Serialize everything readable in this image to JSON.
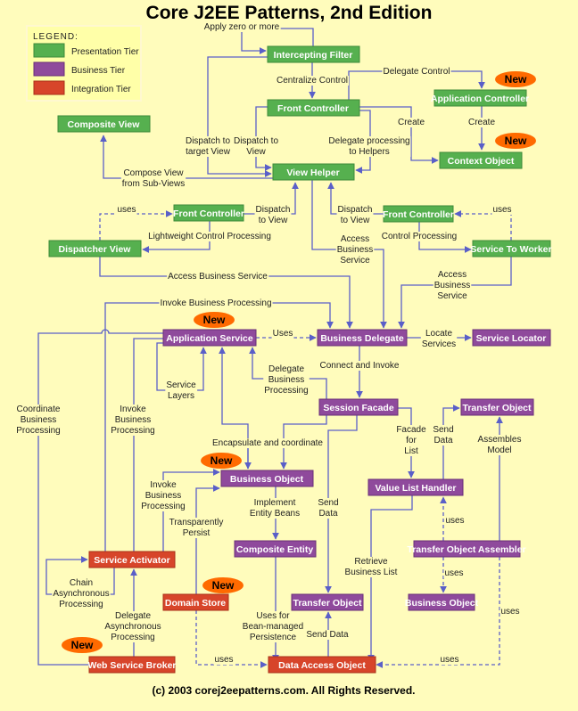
{
  "title": "Core J2EE Patterns, 2nd Edition",
  "copyright": "(c) 2003 corej2eepatterns.com. All Rights Reserved.",
  "legend": {
    "heading": "LEGEND:",
    "items": [
      {
        "label": "Presentation Tier",
        "color": "#56b04f"
      },
      {
        "label": "Business Tier",
        "color": "#8f4a9c"
      },
      {
        "label": "Integration Tier",
        "color": "#d7452a"
      }
    ]
  },
  "badge": "New",
  "nodes": {
    "intercepting_filter": "Intercepting Filter",
    "front_controller": "Front Controller",
    "application_controller": "Application Controller",
    "composite_view": "Composite View",
    "context_object": "Context Object",
    "view_helper": "View Helper",
    "front_controller_left": "Front Controller",
    "front_controller_right": "Front Controller",
    "dispatcher_view": "Dispatcher View",
    "service_to_worker": "Service To Worker",
    "application_service": "Application Service",
    "business_delegate": "Business Delegate",
    "service_locator": "Service Locator",
    "session_facade": "Session Facade",
    "transfer_object_top": "Transfer Object",
    "business_object": "Business Object",
    "value_list_handler": "Value List Handler",
    "composite_entity": "Composite Entity",
    "transfer_object_assembler": "Transfer Object Assembler",
    "service_activator": "Service Activator",
    "domain_store": "Domain Store",
    "transfer_object_mid": "Transfer Object",
    "business_object_right": "Business Object",
    "web_service_broker": "Web Service Broker",
    "data_access_object": "Data Access Object"
  },
  "labels": {
    "apply": "Apply zero or more",
    "centralize": "Centralize Control",
    "delegate_control": "Delegate Control",
    "create1": "Create",
    "create2": "Create",
    "dispatch_target": [
      "Dispatch to",
      "target View"
    ],
    "dispatch_view": [
      "Dispatch to",
      "View"
    ],
    "delegate_helpers": [
      "Delegate processing",
      "to Helpers"
    ],
    "compose": [
      "Compose View",
      "from Sub-Views"
    ],
    "uses_left": "uses",
    "dispatch_left": [
      "Dispatch",
      "to View"
    ],
    "lightweight": "Lightweight Control Processing",
    "dispatch_right": [
      "Dispatch",
      "to View"
    ],
    "uses_right": "uses",
    "control_processing": "Control Processing",
    "access_bs_vh": [
      "Access",
      "Business",
      "Service"
    ],
    "access_bs_dv": "Access Business Service",
    "access_bs_stw": [
      "Access",
      "Business",
      "Service"
    ],
    "invoke_bp_top": "Invoke Business Processing",
    "uses_as": "Uses",
    "locate": [
      "Locate",
      "Services"
    ],
    "service_layers": [
      "Service",
      "Layers"
    ],
    "delegate_bp": [
      "Delegate",
      "Business",
      "Processing"
    ],
    "connect_invoke": "Connect and Invoke",
    "coordinate": [
      "Coordinate",
      "Business",
      "Processing"
    ],
    "invoke_bp_sa": [
      "Invoke",
      "Business",
      "Processing"
    ],
    "facade_list": [
      "Facade",
      "for",
      "List"
    ],
    "send_data_vlh": [
      "Send",
      "Data"
    ],
    "assembles": [
      "Assembles",
      "Model"
    ],
    "encapsulate": "Encapsulate and coordinate",
    "invoke_bp_bo": [
      "Invoke",
      "Business",
      "Processing"
    ],
    "implement": [
      "Implement",
      "Entity Beans"
    ],
    "send_data_sf": [
      "Send",
      "Data"
    ],
    "transparently": [
      "Transparently",
      "Persist"
    ],
    "uses_vlh": "uses",
    "retrieve": [
      "Retrieve",
      "Business List"
    ],
    "uses_bo": "uses",
    "chain": [
      "Chain",
      "Asynchronous",
      "Processing"
    ],
    "uses_for": [
      "Uses for",
      "Bean-managed",
      "Persistence"
    ],
    "send_data_dao": "Send Data",
    "delegate_async": [
      "Delegate",
      "Asynchronous",
      "Processing"
    ],
    "uses_ds": "uses",
    "uses_toa": "uses",
    "uses_dao": "uses"
  }
}
